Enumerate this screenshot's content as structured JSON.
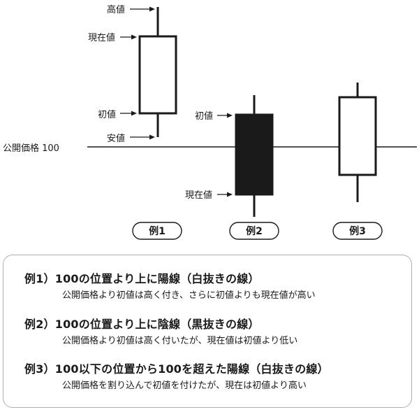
{
  "baseline_label": "公開価格 100",
  "example1": {
    "pill": "例1",
    "labels": {
      "high": "高値",
      "current": "現在値",
      "open": "初値",
      "low": "安値"
    }
  },
  "example2": {
    "pill": "例2",
    "labels": {
      "open": "初値",
      "current": "現在値"
    }
  },
  "example3": {
    "pill": "例3"
  },
  "notes": [
    {
      "heading": "例1）100の位置より上に陽線（白抜きの線）",
      "body": "公開価格より初値は高く付き、さらに初値よりも現在値が高い"
    },
    {
      "heading": "例2）100の位置より上に陰線（黒抜きの線）",
      "body": "公開価格より初値は高く付いたが、現在値は初値より低い"
    },
    {
      "heading": "例3）100以下の位置から100を超えた陽線（白抜きの線）",
      "body": "公開価格を割り込んで初値を付けたが、現在は初値より高い"
    }
  ],
  "colors": {
    "line": "#1a1a1a",
    "panel_border": "#b0b0b0",
    "bearish_fill": "#1a1a1a"
  }
}
